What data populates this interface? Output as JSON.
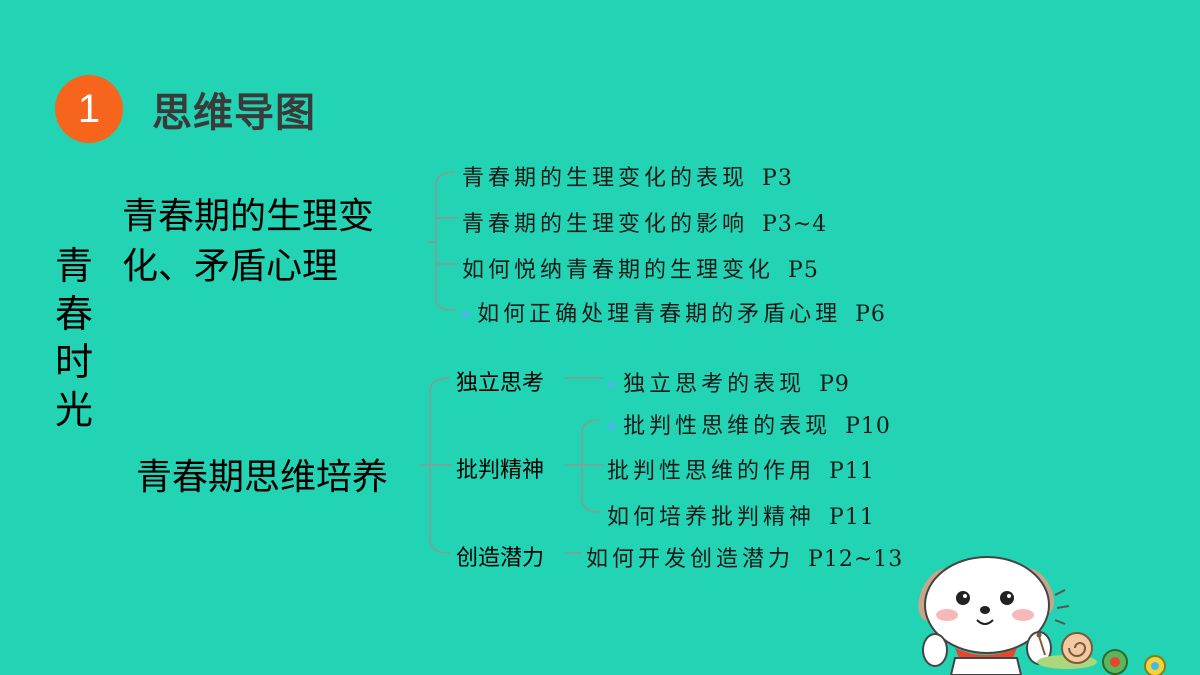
{
  "header": {
    "number": "1",
    "title": "思维导图"
  },
  "root": "青春时光",
  "branch1": {
    "title_line1": "青春期的生理变",
    "title_line2": "化、矛盾心理",
    "items": [
      {
        "text": "青春期的生理变化的表现",
        "page": "P3",
        "starred": false
      },
      {
        "text": "青春期的生理变化的影响",
        "page": "P3~4",
        "starred": false
      },
      {
        "text": "如何悦纳青春期的生理变化",
        "page": "P5",
        "starred": false
      },
      {
        "text": "如何正确处理青春期的矛盾心理",
        "page": "P6",
        "starred": true
      }
    ]
  },
  "branch2": {
    "title": "青春期思维培养",
    "sub1": {
      "label": "独立思考",
      "items": [
        {
          "text": "独立思考的表现",
          "page": "P9",
          "starred": true
        }
      ]
    },
    "sub2": {
      "label": "批判精神",
      "items": [
        {
          "text": "批判性思维的表现",
          "page": "P10",
          "starred": true
        },
        {
          "text": "批判性思维的作用",
          "page": "P11",
          "starred": false
        },
        {
          "text": "如何培养批判精神",
          "page": "P11",
          "starred": false
        }
      ]
    },
    "sub3": {
      "label": "创造潜力",
      "items": [
        {
          "text": "如何开发创造潜力",
          "page": "P12~13",
          "starred": false
        }
      ]
    }
  },
  "colors": {
    "background": "#22D4B4",
    "badge": "#F7641B",
    "star": "#49B8E8"
  },
  "icons": {
    "star": "star-icon",
    "mascot": "puppy-illustration"
  }
}
